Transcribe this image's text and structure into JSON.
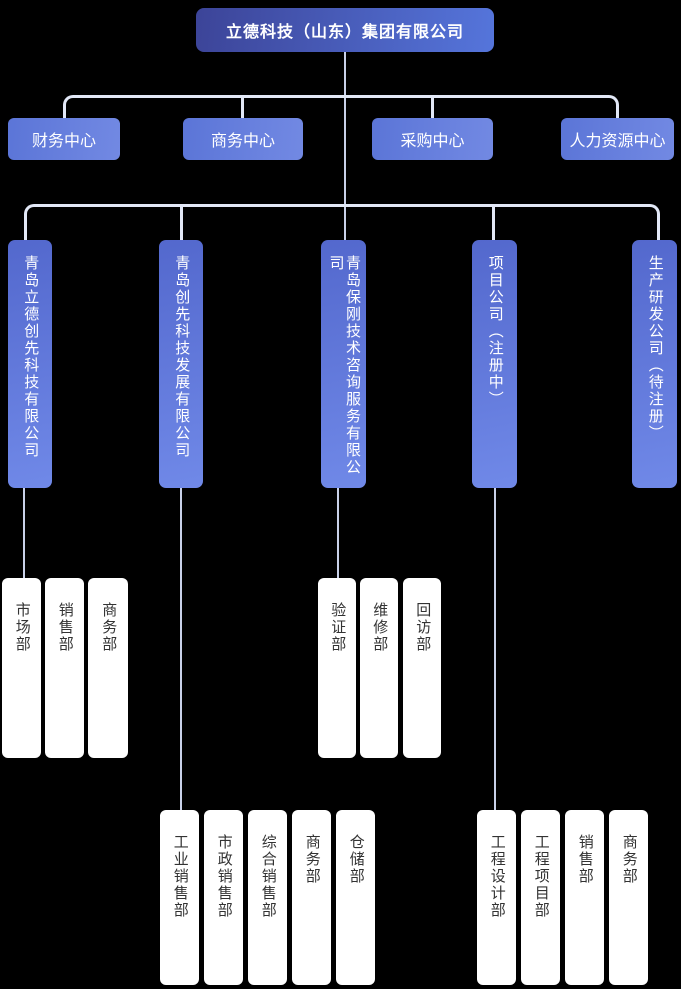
{
  "title_box": {
    "label": "立德科技（山东）集团有限公司"
  },
  "centers": [
    {
      "label": "财务中心"
    },
    {
      "label": "商务中心"
    },
    {
      "label": "采购中心"
    },
    {
      "label": "人力资源中心"
    }
  ],
  "companies": [
    {
      "label": "青岛立德创先科技有限公司"
    },
    {
      "label": "青岛创先科技发展有限公司"
    },
    {
      "label": "青岛保刚技术咨询服务有限公司"
    },
    {
      "label": "项目公司（注册中）"
    },
    {
      "label": "生产研发公司（待注册）"
    }
  ],
  "departments": {
    "company_1": [
      "市场部",
      "销售部",
      "商务部"
    ],
    "company_2": [
      "工业销售部",
      "市政销售部",
      "综合销售部",
      "商务部",
      "仓储部"
    ],
    "company_3": [
      "验证部",
      "维修部",
      "回访部"
    ],
    "company_4": [
      "工程设计部",
      "工程项目部",
      "销售部",
      "商务部"
    ]
  },
  "colors": {
    "background": "#000000",
    "root_gradient_start": "#3c4498",
    "root_gradient_end": "#5575db",
    "center_gradient_start": "#5b75d7",
    "center_gradient_end": "#7289e3",
    "company_gradient_start": "#5368cd",
    "company_gradient_end": "#7089e8",
    "connector_bracket": "#e2e8f7",
    "connector_thin": "#c9d1e8",
    "dept_box_bg": "#ffffff",
    "dept_text": "#333333",
    "node_text": "#ffffff"
  }
}
